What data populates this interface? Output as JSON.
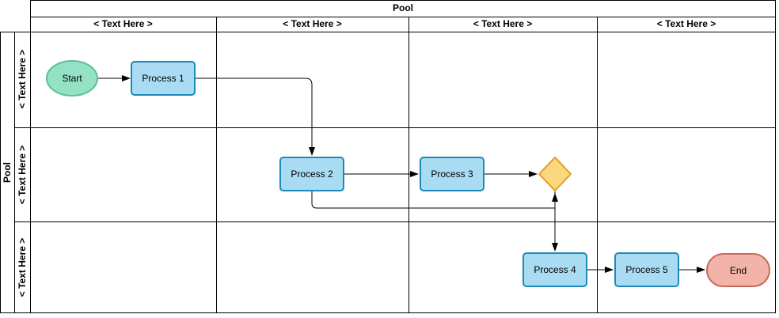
{
  "pool": {
    "title": "Pool",
    "vertical_title": "Pool",
    "phases": [
      {
        "label": "< Text Here >"
      },
      {
        "label": "< Text Here >"
      },
      {
        "label": "< Text Here >"
      },
      {
        "label": "< Text Here >"
      }
    ],
    "lanes": [
      {
        "label": "< Text Here >"
      },
      {
        "label": "< Text Here >"
      },
      {
        "label": "< Text Here >"
      }
    ]
  },
  "nodes": {
    "start": {
      "label": "Start"
    },
    "process1": {
      "label": "Process 1"
    },
    "process2": {
      "label": "Process 2"
    },
    "process3": {
      "label": "Process 3"
    },
    "process4": {
      "label": "Process 4"
    },
    "process5": {
      "label": "Process 5"
    },
    "end": {
      "label": "End"
    }
  },
  "colors": {
    "start_fill": "#93E2C6",
    "start_stroke": "#5FBD95",
    "process_fill": "#A9DCF2",
    "process_stroke": "#1D89B8",
    "decision_fill": "#FBD77E",
    "decision_stroke": "#E0A32E",
    "end_fill": "#F2B3A9",
    "end_stroke": "#C56A5B",
    "connector": "#000000"
  }
}
